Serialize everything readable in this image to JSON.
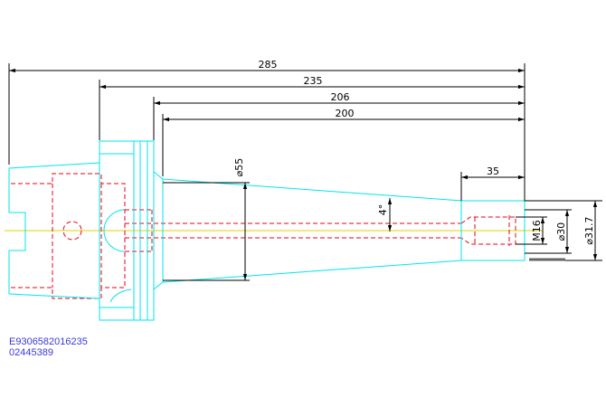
{
  "colors": {
    "outline": "#00e5ee",
    "hidden": "#e8001a",
    "centerline": "#e0d000",
    "dimension": "#000000",
    "codes": "#3a3ad8",
    "background": "#ffffff"
  },
  "dimensions": {
    "overall_length": "285",
    "length_235": "235",
    "length_206": "206",
    "length_200": "200",
    "tip_length": "35",
    "body_diameter": "⌀55",
    "taper_angle": "4°",
    "thread": "M16",
    "bore_diameter": "⌀30",
    "tip_diameter": "⌀31.7"
  },
  "codes": {
    "line1": "E9306582016235",
    "line2": "02445389"
  }
}
